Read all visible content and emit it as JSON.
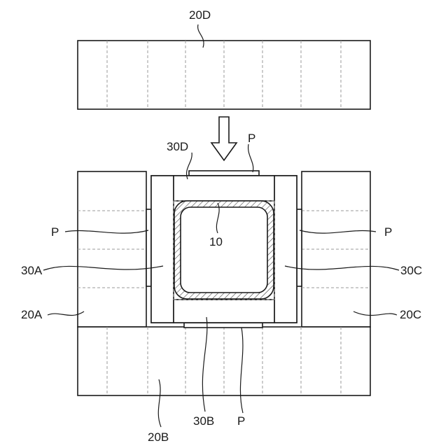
{
  "figure": {
    "labels": {
      "die_top": "20D",
      "die_left": "20A",
      "die_right": "20C",
      "die_bottom": "20B",
      "insert_top": "30D",
      "insert_left": "30A",
      "insert_right": "30C",
      "insert_bottom": "30B",
      "workpiece": "10",
      "pad_top": "P",
      "pad_left": "P",
      "pad_right": "P",
      "pad_bottom": "P"
    },
    "arrow_direction": "down",
    "hatch_pattern": "diagonal"
  }
}
